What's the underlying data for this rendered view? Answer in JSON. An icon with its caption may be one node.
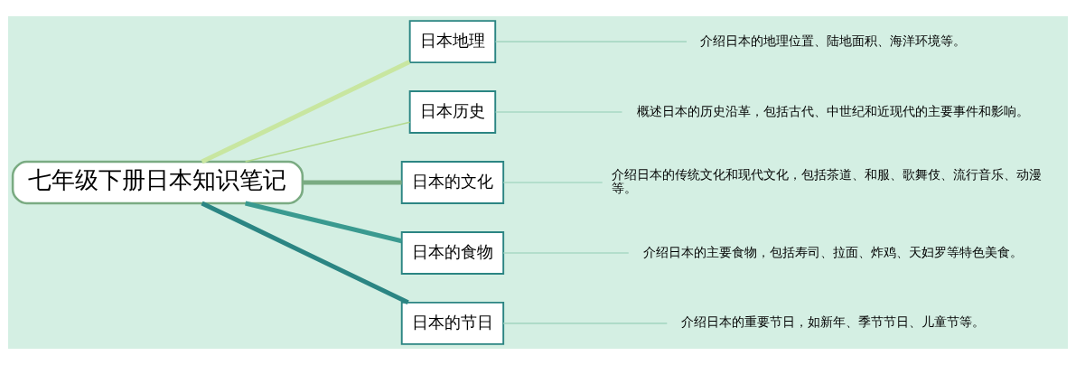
{
  "diagram": {
    "nodes": [
      {
        "text": [
          "七年级下册日本知识笔记"
        ]
      },
      {
        "text": [
          "日本地理"
        ]
      },
      {
        "text": [
          "日本历史"
        ]
      },
      {
        "text": [
          "日本的文化"
        ]
      },
      {
        "text": [
          "日本的食物"
        ]
      },
      {
        "text": [
          "日本的节日"
        ]
      },
      {
        "text": [
          "介绍日本的地理位置、陆地面积、海洋环境等。"
        ]
      },
      {
        "text": [
          "概述日本的历史沿革，包括古代、中世纪和近现代的主要事件和影响。"
        ]
      },
      {
        "text": [
          "介绍日本的传统文化和现代文化，包括茶道、和服、歌舞伎、流行音乐、动漫等。"
        ]
      },
      {
        "text": [
          "介绍日本的主要食物，包括寿司、拉面、炸鸡、天妇罗等特色美食。"
        ]
      },
      {
        "text": [
          "介绍日本的重要节日，如新年、季节节日、儿童节等。"
        ]
      }
    ],
    "edges": [
      {
        "from": 0,
        "to": 1,
        "arrow": "none",
        "style": "thick",
        "color": "#c8e6a0"
      },
      {
        "from": 0,
        "to": 2,
        "arrow": "none",
        "color": "#b2d98e"
      },
      {
        "from": 0,
        "to": 3,
        "arrow": "none",
        "style": "thick",
        "color": "#7aab82"
      },
      {
        "from": 0,
        "to": 4,
        "arrow": "none",
        "style": "thick",
        "color": "#3a9a90"
      },
      {
        "from": 0,
        "to": 5,
        "arrow": "none",
        "style": "thick",
        "color": "#2b8583"
      },
      {
        "from": 1,
        "to": 6,
        "arrow": "none"
      },
      {
        "from": 2,
        "to": 7,
        "arrow": "none"
      },
      {
        "from": 3,
        "to": 8,
        "arrow": "none"
      },
      {
        "from": 4,
        "to": 9,
        "arrow": "none"
      },
      {
        "from": 5,
        "to": 10,
        "arrow": "none"
      }
    ]
  }
}
